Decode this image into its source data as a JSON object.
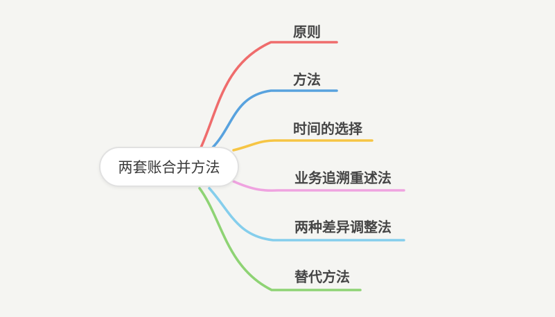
{
  "canvas": {
    "background_color": "#f5f5f2"
  },
  "mindmap": {
    "root": {
      "label": "两套账合并方法",
      "fill_color": "#ffffff",
      "border_color": "#e1e1e1",
      "text_color": "#3a3a3a"
    },
    "branch_label_color": "#454545",
    "branches": [
      {
        "label": "原则",
        "color": "#ef6c6c"
      },
      {
        "label": "方法",
        "color": "#58a2de"
      },
      {
        "label": "时间的选择",
        "color": "#f6c544"
      },
      {
        "label": "业务追溯重述法",
        "color": "#efa3e0"
      },
      {
        "label": "两种差异调整法",
        "color": "#85ceec"
      },
      {
        "label": "替代方法",
        "color": "#8ed374"
      }
    ]
  }
}
